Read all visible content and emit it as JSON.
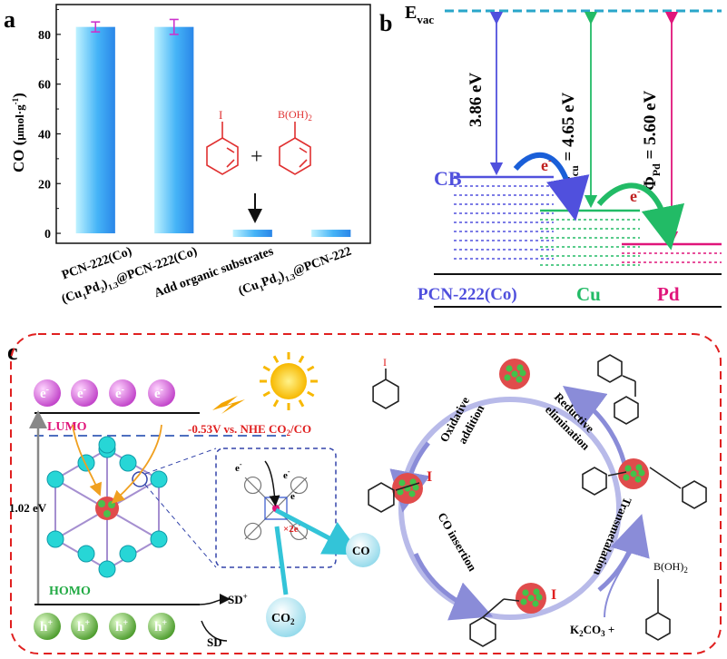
{
  "panel_a": {
    "letter": "a",
    "ylabel_main": "CO (",
    "ylabel_unit": "μmol·g",
    "ylabel_exp": "-1",
    "ylabel_close": ")",
    "yticks": [
      "0",
      "20",
      "40",
      "60",
      "80"
    ],
    "categories": [
      {
        "line1": "PCN-222(Co)"
      },
      {
        "pre": "(Cu",
        "s1": "1",
        "mid": "Pd",
        "s2": "2",
        "post": ")",
        "s3": "1.3",
        "tail": "@PCN-222(Co)"
      },
      {
        "line1": "Add organic substrates"
      },
      {
        "pre": "(Cu",
        "s1": "1",
        "mid": "Pd",
        "s2": "2",
        "post": ")",
        "s3": "1.3",
        "tail": "@PCN-222"
      }
    ],
    "reagent_iodo": "I",
    "reagent_boronic": "B(OH)",
    "reagent_boronic_sub": "2",
    "plus": "+",
    "colors": {
      "bar_light": "#bff2ff",
      "bar_dark": "#2a9df4",
      "errorbar": "#cc33cc"
    }
  },
  "chart_data": {
    "type": "bar",
    "categories": [
      "PCN-222(Co)",
      "(Cu1Pd2)1.3@PCN-222(Co)",
      "Add organic substrates",
      "(Cu1Pd2)1.3@PCN-222"
    ],
    "values": [
      83,
      83,
      0,
      0
    ],
    "errors": [
      2,
      3,
      0,
      0
    ],
    "ylabel": "CO (μmol·g-1)",
    "ylim": [
      -4,
      92
    ],
    "yticks": [
      0,
      20,
      40,
      60,
      80
    ]
  },
  "panel_b": {
    "letter": "b",
    "evac": "E",
    "evac_sub": "vac",
    "gap_cb": "3.86 eV",
    "phi_cu_pre": "Φ",
    "phi_cu_sub": "cu",
    "phi_cu_val": " = 4.65 eV",
    "phi_pd_pre": "Φ",
    "phi_pd_sub": "Pd",
    "phi_pd_val": " = 5.60 eV",
    "cb": "CB",
    "electron": "e",
    "electron_sup": "-",
    "pcn": "PCN-222(Co)",
    "cu": "Cu",
    "pd": "Pd",
    "colors": {
      "blue": "#5050dd",
      "green": "#22bb66",
      "pink": "#e0157a",
      "dash": "#29a6c9"
    }
  },
  "panel_c": {
    "letter": "c",
    "lumo": "LUMO",
    "homo": "HOMO",
    "potential": "-0.53V vs. NHE CO",
    "potential_sub": "2",
    "potential_tail": "/CO",
    "gap": "1.02 eV",
    "electron": "e",
    "electron_sup": "-",
    "hole": "h",
    "hole_sup": "+",
    "sd_plus": "SD",
    "sd_plus_sup": "+",
    "sd": "SD",
    "co": "CO",
    "co2": "CO",
    "co2_sub": "2",
    "x2e": "2e",
    "oxidative": "Oxidative",
    "addition": "addition",
    "reductive": "Reductive",
    "elimination": "elimination",
    "co_insertion": "CO insertion",
    "transmetalation": "Transmetalation",
    "iodine": "I",
    "k2co3": "K",
    "k2co3_sub": "2",
    "k2co3_tail": "CO",
    "k2co3_sub2": "3",
    "plus": "+",
    "boronic": "B(OH)",
    "boronic_sub": "2",
    "colors": {
      "frame": "#e02020",
      "lumo": "#e0157a",
      "homo": "#22aa44",
      "magenta_ball": "#e070e0",
      "green_ball": "#7ccf55"
    }
  }
}
